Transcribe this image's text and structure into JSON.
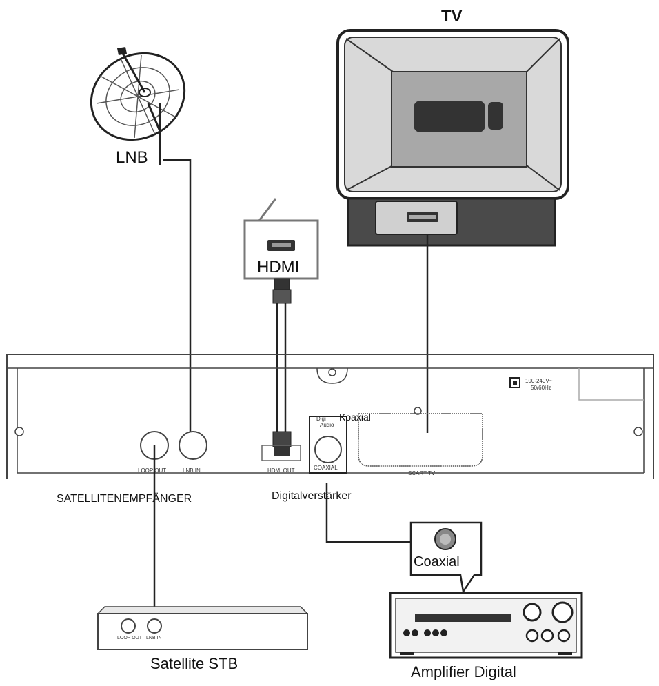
{
  "labels": {
    "tv": "TV",
    "lnb": "LNB",
    "hdmi": "HDMI",
    "koaxial": "Koaxial",
    "digi_audio_line1": "Digi",
    "digi_audio_line2": "Audio",
    "coaxial_port": "COAXIAL",
    "loop_out": "LOOP OUT",
    "lnb_in": "LNB IN",
    "hdmi_out": "HDMI OUT",
    "scart_tv": "SCART TV",
    "power_line1": "100-240V~",
    "power_line2": "50/60Hz",
    "satellitenempfaenger": "SATELLITENEMPFÄNGER",
    "digitalverstaerker": "Digitalverstärker",
    "coaxial": "Coaxial",
    "satellite_stb": "Satellite STB",
    "stb_loop_out": "LOOP OUT",
    "stb_lnb_in": "LNB IN",
    "amplifier_digital": "Amplifier  Digital"
  }
}
